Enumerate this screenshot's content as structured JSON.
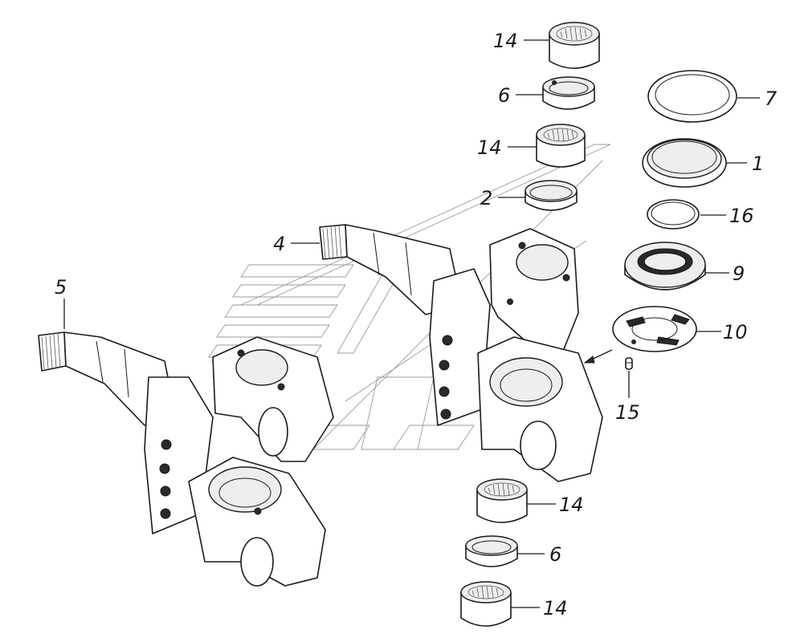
{
  "callouts": [
    {
      "id": "c14a",
      "label": "14"
    },
    {
      "id": "c6a",
      "label": "6"
    },
    {
      "id": "c14b",
      "label": "14"
    },
    {
      "id": "c2",
      "label": "2"
    },
    {
      "id": "c4",
      "label": "4"
    },
    {
      "id": "c5",
      "label": "5"
    },
    {
      "id": "c7",
      "label": "7"
    },
    {
      "id": "c1",
      "label": "1"
    },
    {
      "id": "c16",
      "label": "16"
    },
    {
      "id": "c9",
      "label": "9"
    },
    {
      "id": "c10",
      "label": "10"
    },
    {
      "id": "c15",
      "label": "15"
    },
    {
      "id": "c14c",
      "label": "14"
    },
    {
      "id": "c6b",
      "label": "6"
    },
    {
      "id": "c14d",
      "label": "14"
    }
  ]
}
